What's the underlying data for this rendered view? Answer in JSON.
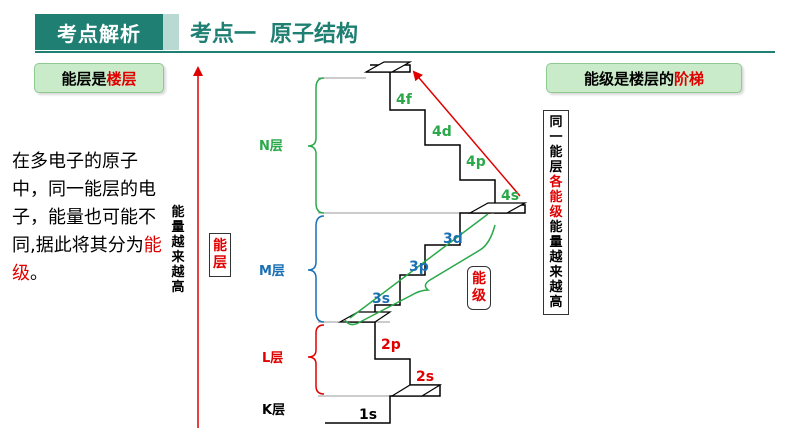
{
  "header": {
    "left_label": "考点解析",
    "title_part1": "考点一",
    "title_part2": "原子结构"
  },
  "pills": {
    "energy_shell": {
      "prefix": "能层是",
      "highlight": "楼层"
    },
    "energy_level": {
      "prefix": "能级是楼层的",
      "highlight": "阶梯"
    }
  },
  "paragraph": {
    "text": "在多电子的原子中，同一能层的电子，能量也可能不同,据此将其分为",
    "highlight": "能级",
    "end": "。"
  },
  "labels": {
    "energy_increases": "能量越来越高",
    "shell_box": "能层",
    "level_box": "能级",
    "same_shell_note": {
      "part1": "同一能层",
      "highlight": "各能级",
      "part2": "能量越来越高"
    }
  },
  "shells": [
    {
      "name": "N层",
      "color": "#2aa84a"
    },
    {
      "name": "M层",
      "color": "#1a6fb5"
    },
    {
      "name": "L层",
      "color": "#e00000"
    },
    {
      "name": "K层",
      "color": "#000000"
    }
  ],
  "sublevels": [
    {
      "label": "1s",
      "color": "#000000"
    },
    {
      "label": "2s",
      "color": "#e00000"
    },
    {
      "label": "2p",
      "color": "#e00000"
    },
    {
      "label": "3s",
      "color": "#1a6fb5"
    },
    {
      "label": "3p",
      "color": "#1a6fb5"
    },
    {
      "label": "3d",
      "color": "#1a6fb5"
    },
    {
      "label": "4s",
      "color": "#2aa84a"
    },
    {
      "label": "4p",
      "color": "#2aa84a"
    },
    {
      "label": "4d",
      "color": "#2aa84a"
    },
    {
      "label": "4f",
      "color": "#2aa84a"
    }
  ]
}
